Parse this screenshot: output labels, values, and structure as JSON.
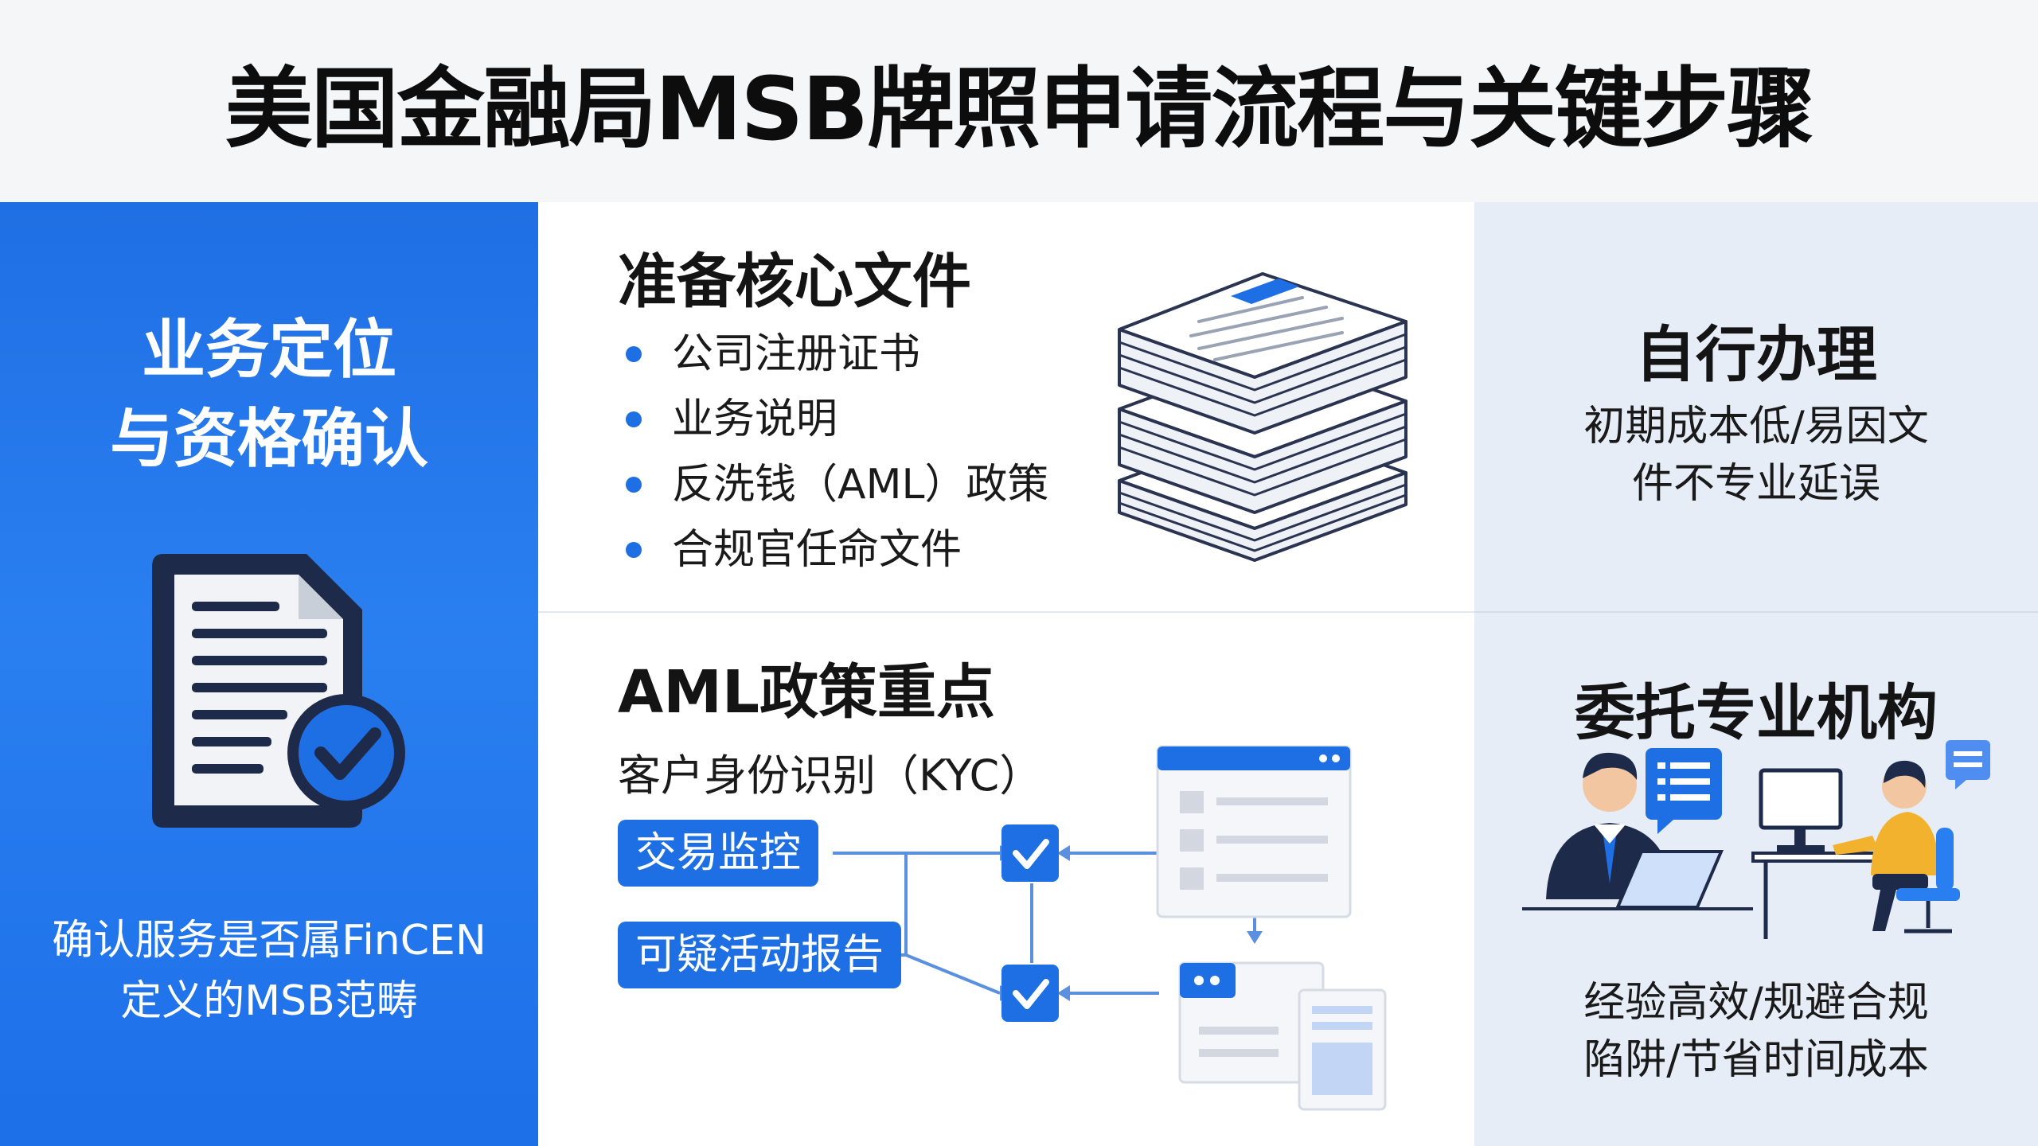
{
  "title": "美国金融局MSB牌照申请流程与关键步骤",
  "left": {
    "title_line1": "业务定位",
    "title_line2": "与资格确认",
    "desc_line1": "确认服务是否属FinCEN",
    "desc_line2": "定义的MSB范畴",
    "icon": "document-check-icon"
  },
  "documents": {
    "title": "准备核心文件",
    "items": [
      "公司注册证书",
      "业务说明",
      "反洗钱（AML）政策",
      "合规官任命文件"
    ],
    "icon": "document-stack-icon"
  },
  "aml": {
    "title": "AML政策重点",
    "kyc": "客户身份识别（KYC）",
    "monitoring": "交易监控",
    "reporting": "可疑活动报告"
  },
  "self": {
    "title": "自行办理",
    "desc_line1": "初期成本低/易因文",
    "desc_line2": "件不专业延误"
  },
  "agency": {
    "title": "委托专业机构",
    "desc_line1": "经验高效/规避合规",
    "desc_line2": "陷阱/节省时间成本",
    "icon": "consultants-icon"
  },
  "colors": {
    "accent": "#1f6fe4",
    "navy": "#1e2a4a",
    "panel_light": "#e6edf7"
  }
}
